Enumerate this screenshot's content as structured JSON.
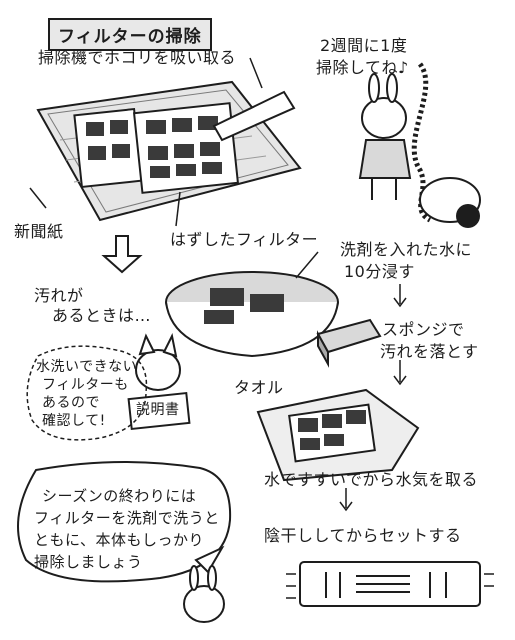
{
  "title": "フィルターの掃除",
  "step_vacuum": "掃除機でホコリを吸い取る",
  "bubble_interval": [
    "2週間に1度",
    "掃除してね♪"
  ],
  "label_newspaper": "新聞紙",
  "label_removed_filter": "はずしたフィルター",
  "step_soak": [
    "洗剤を入れた水に",
    "10分浸す"
  ],
  "when_dirty": [
    "汚れが",
    "あるときは…"
  ],
  "step_sponge": [
    "スポンジで",
    "汚れを落とす"
  ],
  "label_towel": "タオル",
  "caution_note": [
    "水洗いできない",
    "フィルターも",
    "あるので",
    "確認して!"
  ],
  "manual_label": "説明書",
  "step_dry_towel": "水ですすいでから水気を取る",
  "step_shade_dry": "陰干ししてからセットする",
  "season_note": [
    "シーズンの終わりには",
    "フィルターを洗剤で洗うと",
    "ともに、本体もしっかり",
    "掃除しましょう"
  ],
  "colors": {
    "ink": "#1d1d1d",
    "paper": "#ffffff",
    "shade": "#d9d9d9",
    "dark": "#3a3a3a"
  }
}
